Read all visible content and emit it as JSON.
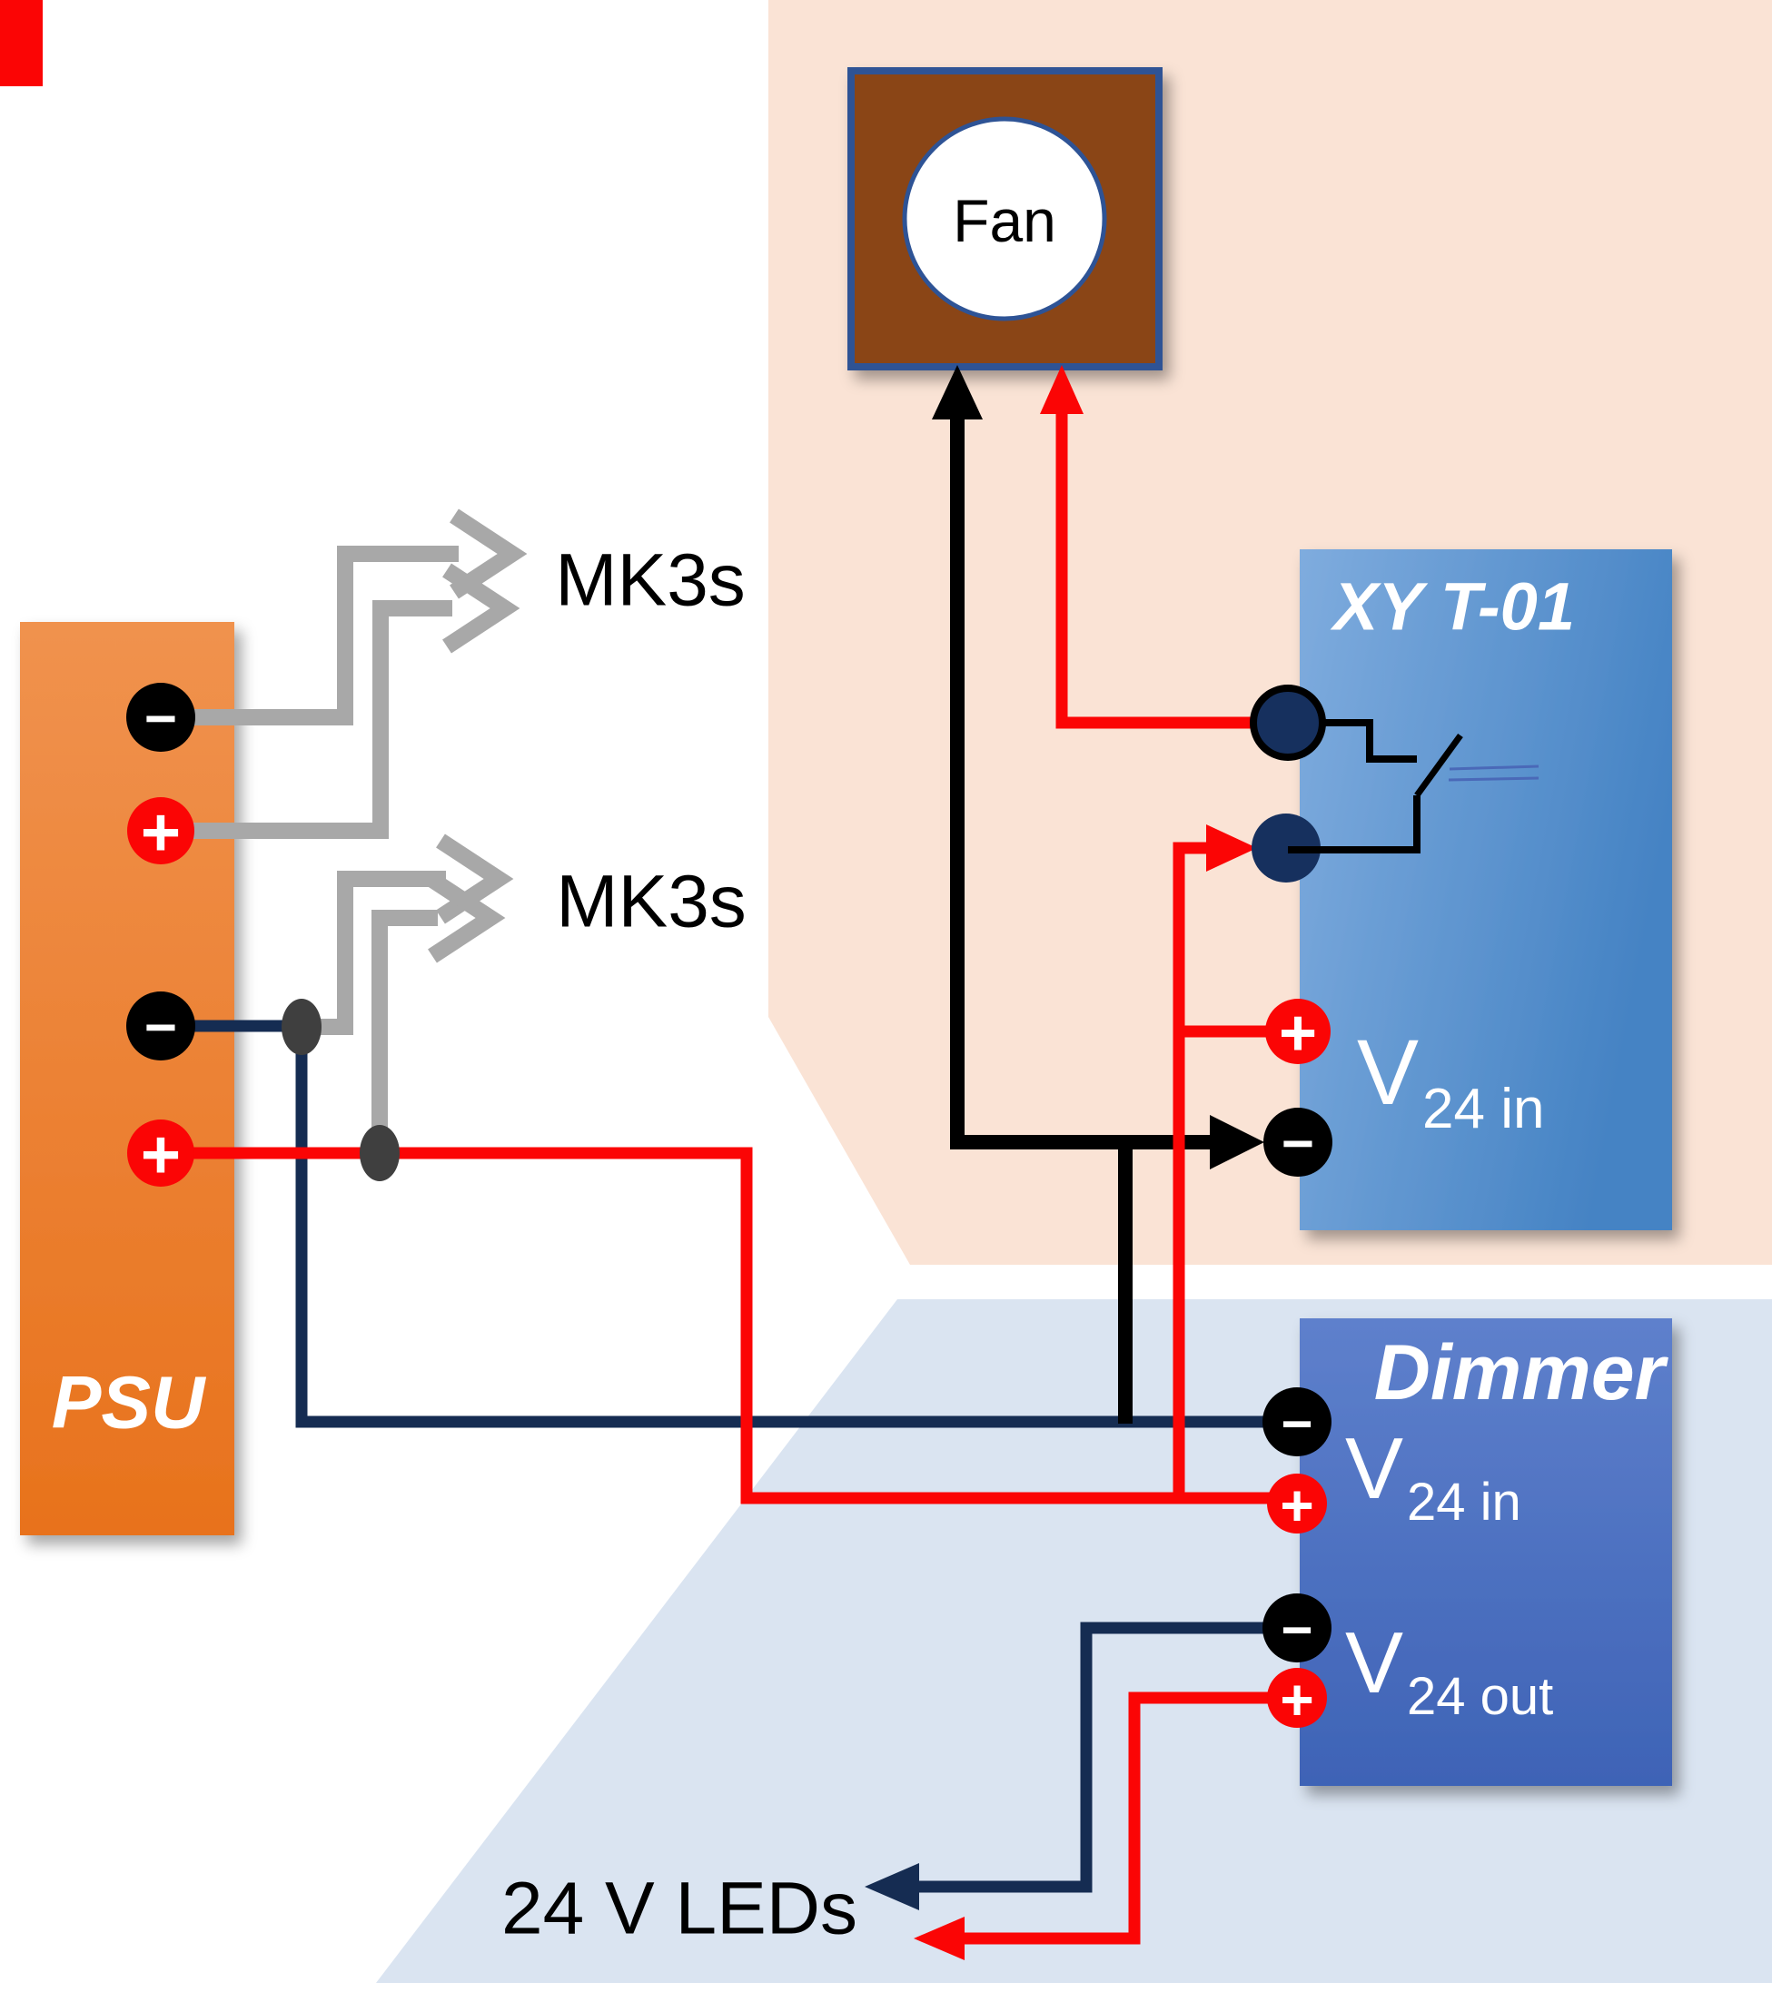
{
  "colors": {
    "page_bg": "#FFFFFF",
    "peach_bg": "#FAE3D5",
    "blue_bg": "#DAE4F1",
    "psu_top": "#F0924E",
    "psu_bottom": "#E8721C",
    "xy_light": "#7FACDE",
    "xy_dark": "#4583C4",
    "dimmer_top": "#5E80CC",
    "dimmer_bottom": "#3E63B6",
    "fan_brown": "#8A4513",
    "fan_border": "#2E5395",
    "wire_red": "#FB0505",
    "wire_navy": "#152C52",
    "wire_black": "#000000",
    "wire_gray": "#A8A8A8",
    "terminal_navy": "#16305E",
    "junction_gray": "#3F3F3F",
    "switch_marks": "#4A69B8"
  },
  "psu": {
    "label": "PSU"
  },
  "signs": {
    "plus": "+",
    "minus": "−"
  },
  "printers": {
    "top": "MK3s",
    "bottom": "MK3s"
  },
  "fan": {
    "label": "Fan"
  },
  "xyt01": {
    "title": "XY T-01",
    "v": "V",
    "v_sub": "24 in"
  },
  "dimmer": {
    "title": "Dimmer",
    "v_in": "V",
    "v_in_sub": "24 in",
    "v_out": "V",
    "v_out_sub": "24 out"
  },
  "leds": {
    "label": "24 V LEDs"
  }
}
